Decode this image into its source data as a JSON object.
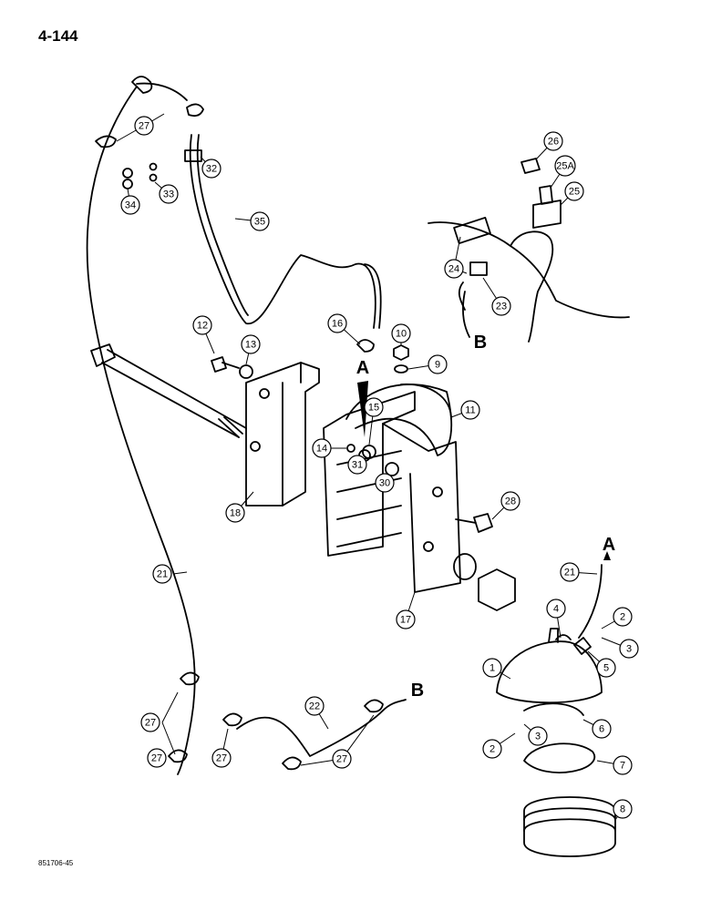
{
  "page_number": "4-144",
  "figure_code": "851706-45",
  "callouts": [
    "1",
    "2",
    "3",
    "4",
    "5",
    "2",
    "3",
    "6",
    "7",
    "8",
    "9",
    "10",
    "11",
    "12",
    "13",
    "14",
    "15",
    "16",
    "17",
    "18",
    "21",
    "21",
    "22",
    "23",
    "24",
    "25",
    "25A",
    "26",
    "27",
    "27",
    "27",
    "27",
    "27",
    "28",
    "30",
    "31",
    "32",
    "33",
    "34",
    "35"
  ],
  "letters": [
    "A",
    "A",
    "B",
    "B"
  ]
}
